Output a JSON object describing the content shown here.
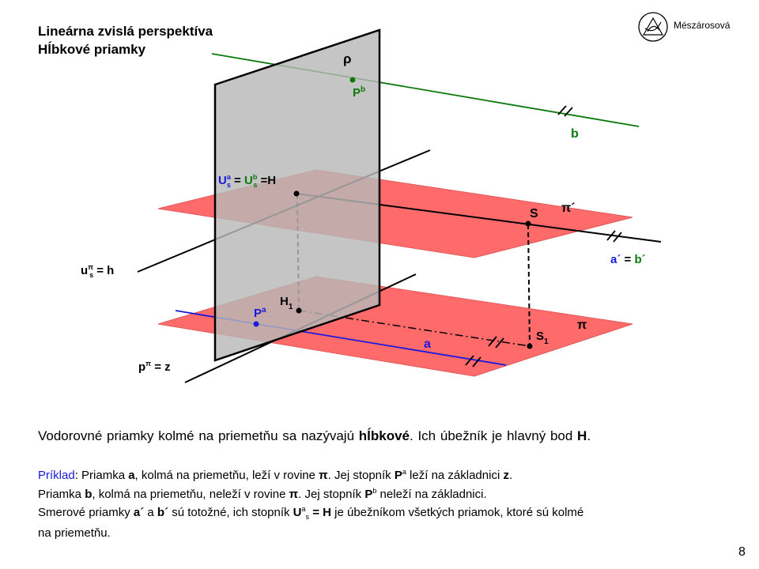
{
  "title_line1": "Lineárna zvislá perspektíva",
  "title_line2": "Hĺbkové priamky",
  "logo_text": "Mészárosová",
  "labels": {
    "rho": "ρ",
    "pb_P": "P",
    "pb_sup": "b",
    "b": "b",
    "ua_U": "U",
    "ua_sup": "a",
    "ua_sub": "s",
    "eq1": " = ",
    "ub_U": "U",
    "ub_sup": "b",
    "ub_sub": "s",
    "eq2": " =H",
    "S": "S",
    "pi_prime": "π´",
    "uh_u": "u",
    "uh_sup": "π",
    "uh_sub": "s",
    "uh_rest": " = h",
    "ab_a": "a´",
    "ab_eq": " = ",
    "ab_b": "b´",
    "H1_H": "H",
    "H1_sub": "1",
    "pa_P": "P",
    "pa_sup": "a",
    "pi": "π",
    "a": "a",
    "S1_S": "S",
    "S1_sub": "1",
    "pz_p": "p",
    "pz_sup": "π",
    "pz_rest": " = z"
  },
  "description": {
    "t1": "Vodorovné priamky kolmé na priemetňu sa nazývajú ",
    "t2": "hĺbkové",
    "t3": ". Ich úbežník je hlavný bod ",
    "t4": "H",
    "t5": "."
  },
  "example": {
    "l1_prefix": "Príklad",
    "l1_a": ": Priamka ",
    "l1_b": "a",
    "l1_c": ", kolmá na priemetňu, leží v rovine ",
    "l1_d": "π",
    "l1_e": ". Jej stopník ",
    "l1_f": "P",
    "l1_fsup": "a",
    "l1_g": " leží na základnici ",
    "l1_h": "z",
    "l1_i": ".",
    "l2_a": "Priamka ",
    "l2_b": "b",
    "l2_c": ", kolmá na priemetňu, neleží v rovine ",
    "l2_d": "π",
    "l2_e": ". Jej stopník ",
    "l2_f": "P",
    "l2_fsup": "b",
    "l2_g": " neleží na základnici.",
    "l3_a": "Smerové priamky ",
    "l3_b": "a´",
    "l3_c": " a ",
    "l3_d": "b´",
    "l3_e": " sú totožné, ich stopník ",
    "l3_f": "U",
    "l3_fsup": "a",
    "l3_fsub": "s",
    "l3_g": " = H",
    "l3_h": " je úbežníkom všetkých priamok, ktoré sú kolmé",
    "l4": "na priemetňu."
  },
  "page_number": "8",
  "colors": {
    "plane_red": "#ff6b6b",
    "plane_gray": "#b8b8b8",
    "line_green": "#0a7a0a",
    "line_blue": "#1a1adc",
    "black": "#000000"
  }
}
